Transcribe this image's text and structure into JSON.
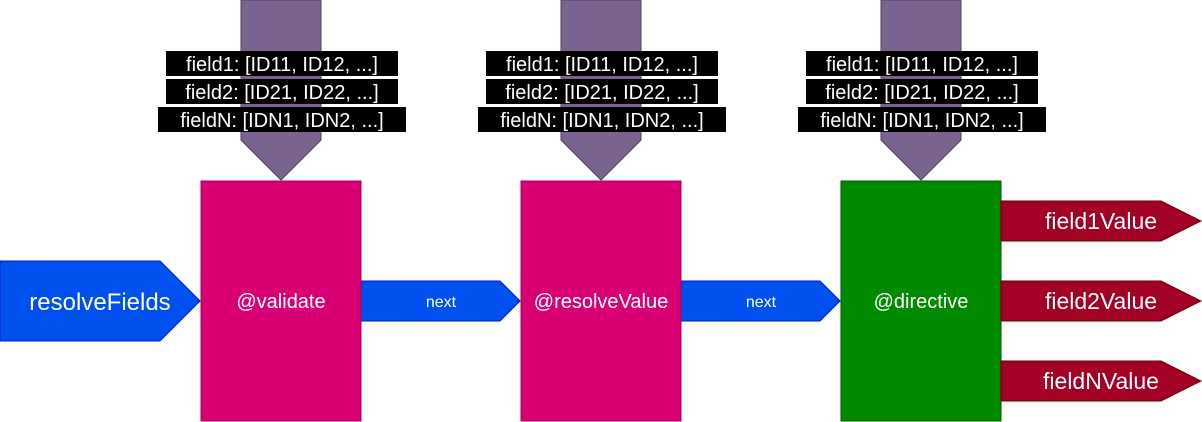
{
  "colors": {
    "input_arrow": "#7a6390",
    "input_arrow_stroke": "#4e3f5c",
    "magenta_box": "#d80073",
    "magenta_stroke": "#a50058",
    "green_box": "#008a00",
    "green_stroke": "#005700",
    "blue_arrow": "#0050ef",
    "blue_stroke": "#001dbc",
    "output_arrow": "#a20025",
    "output_stroke": "#6f0000",
    "label_bg": "#000000",
    "text": "#ffffff"
  },
  "input_labels": [
    {
      "lines": [
        "field1: [ID11, ID12, ...]",
        "field2: [ID21, ID22, ...]",
        "fieldN: [IDN1, IDN2, ...]"
      ]
    },
    {
      "lines": [
        "field1: [ID11, ID12, ...]",
        "field2: [ID21, ID22, ...]",
        "fieldN: [IDN1, IDN2, ...]"
      ]
    },
    {
      "lines": [
        "field1: [ID11, ID12, ...]",
        "field2: [ID21, ID22, ...]",
        "fieldN: [IDN1, IDN2, ...]"
      ]
    }
  ],
  "entry_arrow": {
    "label": "resolveFields"
  },
  "boxes": [
    {
      "label": "@validate"
    },
    {
      "label": "@resolveValue"
    },
    {
      "label": "@directive"
    }
  ],
  "next_arrows": [
    {
      "label": "next"
    },
    {
      "label": "next"
    }
  ],
  "outputs": [
    {
      "label": "field1Value"
    },
    {
      "label": "field2Value"
    },
    {
      "label": "fieldNValue"
    }
  ]
}
